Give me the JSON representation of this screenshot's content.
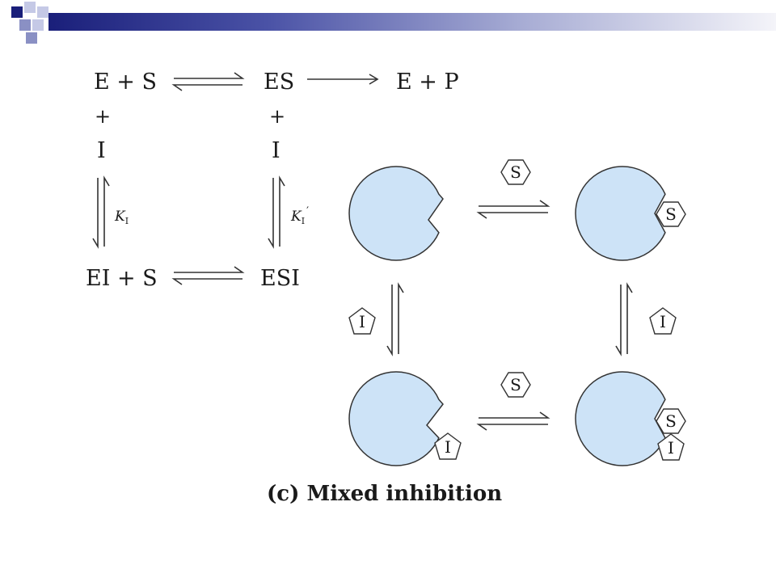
{
  "scheme": {
    "e_plus_s": "E + S",
    "es": "ES",
    "e_plus_p": "E + P",
    "plus_left": "+",
    "plus_right": "+",
    "i_left": "I",
    "i_right": "I",
    "ki_symbol": "K",
    "ki_sub": "I",
    "ki2_symbol": "K",
    "ki2_sub": "I",
    "ki2_prime": "′",
    "ei_plus_s": "EI + S",
    "esi": "ESI"
  },
  "pictorial": {
    "substrate_label": "S",
    "inhibitor_label": "I"
  },
  "caption": "(c) Mixed inhibition",
  "colors": {
    "enzyme_fill": "#cde3f7",
    "line": "#333333",
    "header_dark": "#1a1f7a",
    "header_mid": "#8a90c4"
  }
}
